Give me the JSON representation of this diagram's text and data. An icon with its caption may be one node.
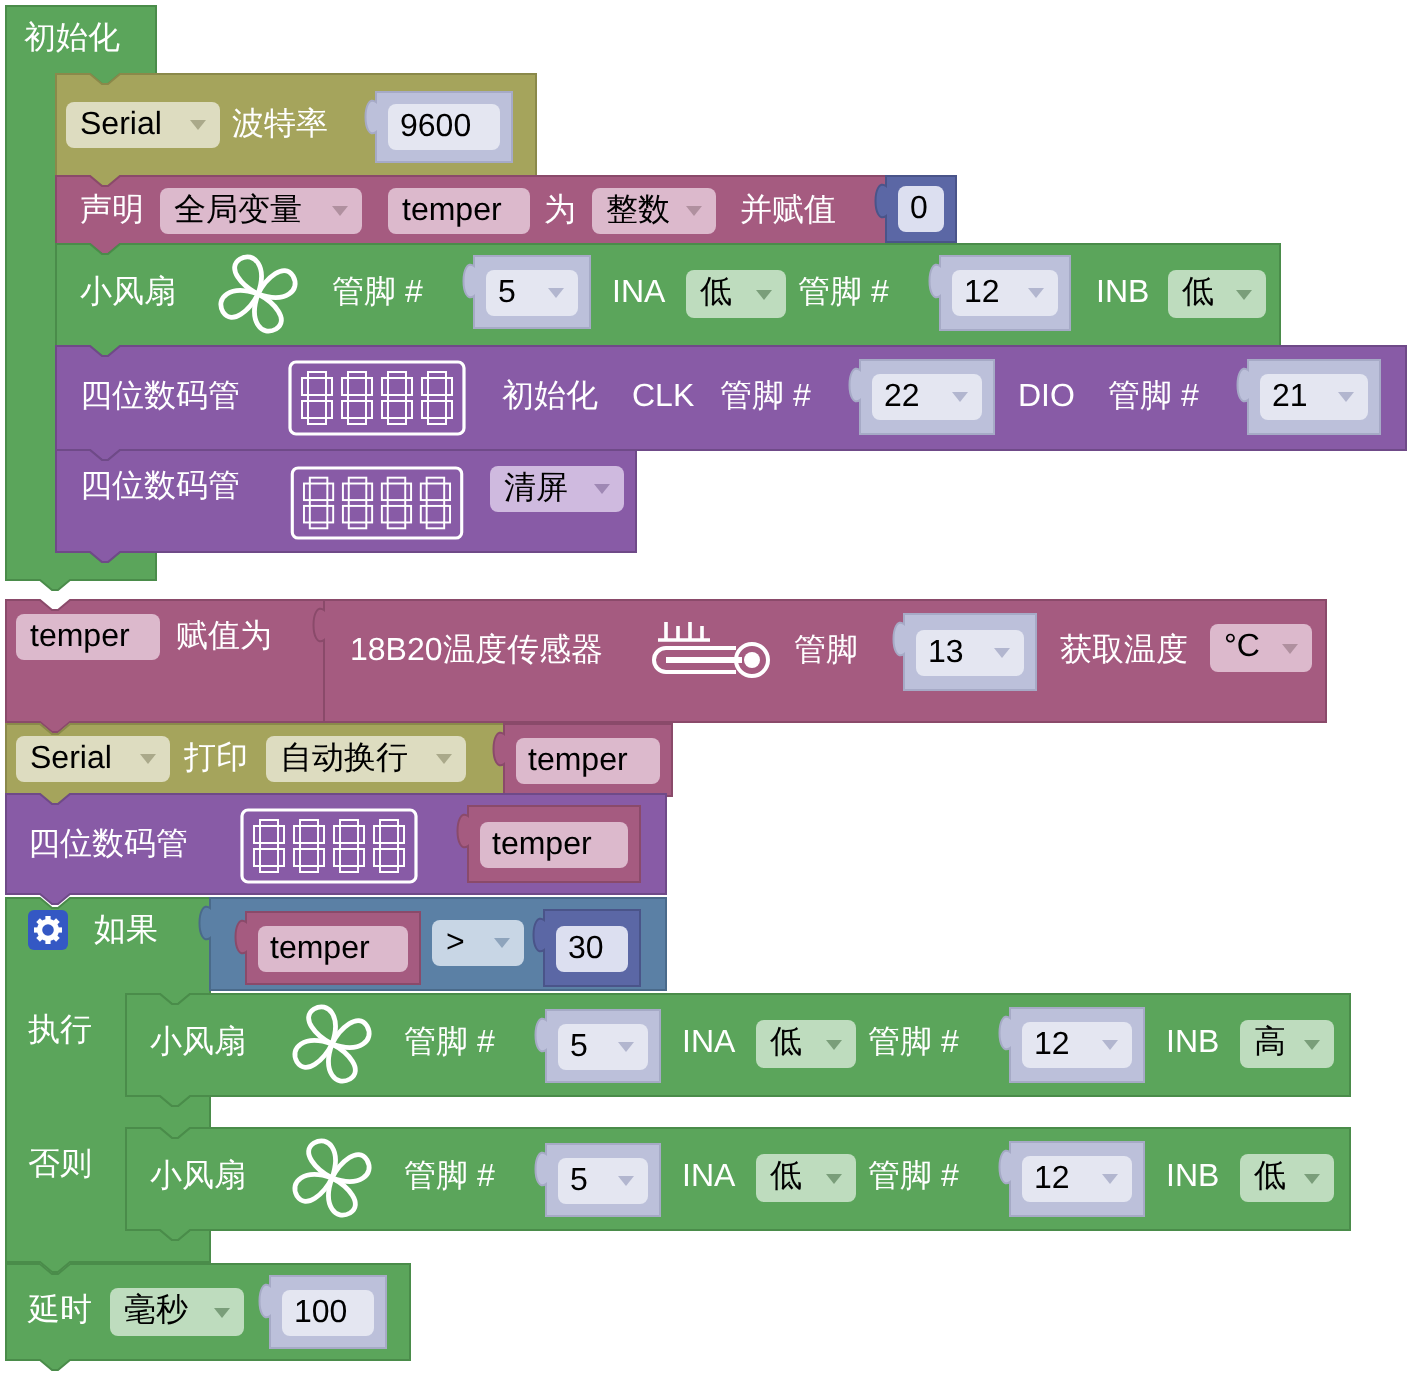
{
  "diagram": {
    "nodes": [
      {
        "text": [
          "初始化"
        ]
      },
      {
        "text": [
          "波特率"
        ]
      },
      {
        "text": [
          "Serial"
        ],
        "in": 1
      },
      {
        "text": [
          "9600"
        ],
        "in": 1
      },
      {
        "text": [
          "声明",
          "为",
          "并赋值"
        ]
      },
      {
        "text": [
          "全局变量"
        ],
        "in": 4
      },
      {
        "text": [
          "temper"
        ],
        "in": 4
      },
      {
        "text": [
          "整数"
        ],
        "in": 4
      },
      {
        "text": [
          "0"
        ]
      },
      {
        "text": [
          "小风扇",
          "管脚 #",
          "INA",
          "管脚 #",
          "INB"
        ]
      },
      {
        "text": [
          "5"
        ],
        "in": 9
      },
      {
        "text": [
          "低"
        ],
        "in": 9
      },
      {
        "text": [
          "12"
        ],
        "in": 9
      },
      {
        "text": [
          "低"
        ],
        "in": 9
      },
      {
        "text": [
          "四位数码管",
          "初始化",
          "CLK",
          "管脚 #",
          "DIO",
          "管脚 #"
        ]
      },
      {
        "text": [
          "22"
        ],
        "in": 14
      },
      {
        "text": [
          "21"
        ],
        "in": 14
      },
      {
        "text": [
          "四位数码管"
        ]
      },
      {
        "text": [
          "清屏"
        ],
        "in": 17
      },
      {
        "text": [
          "赋值为"
        ]
      },
      {
        "text": [
          "temper"
        ],
        "in": 19
      },
      {
        "text": [
          "18B20温度传感器",
          "管脚",
          "获取温度"
        ]
      },
      {
        "text": [
          "13"
        ],
        "in": 21
      },
      {
        "text": [
          "°C"
        ],
        "in": 21
      },
      {
        "text": [
          "打印"
        ]
      },
      {
        "text": [
          "Serial"
        ],
        "in": 24
      },
      {
        "text": [
          "自动换行"
        ],
        "in": 24
      },
      {
        "text": [
          "temper"
        ]
      },
      {
        "text": [
          "四位数码管"
        ]
      },
      {
        "text": [
          "temper"
        ],
        "in": 28
      },
      {
        "text": [
          "如果",
          "执行",
          "否则"
        ]
      },
      {
        "text": [],
        "shape": "box"
      },
      {
        "text": [
          "temper"
        ],
        "in": 31
      },
      {
        "text": [
          ">"
        ],
        "in": 31
      },
      {
        "text": [
          "30"
        ],
        "in": 31
      },
      {
        "text": [
          "小风扇",
          "管脚 #",
          "INA",
          "管脚 #",
          "INB"
        ]
      },
      {
        "text": [
          "5"
        ],
        "in": 35
      },
      {
        "text": [
          "低"
        ],
        "in": 35
      },
      {
        "text": [
          "12"
        ],
        "in": 35
      },
      {
        "text": [
          "高"
        ],
        "in": 35
      },
      {
        "text": [
          "小风扇",
          "管脚 #",
          "INA",
          "管脚 #",
          "INB"
        ]
      },
      {
        "text": [
          "5"
        ],
        "in": 40
      },
      {
        "text": [
          "低"
        ],
        "in": 40
      },
      {
        "text": [
          "12"
        ],
        "in": 40
      },
      {
        "text": [
          "低"
        ],
        "in": 40
      },
      {
        "text": [
          "延时"
        ]
      },
      {
        "text": [
          "毫秒"
        ],
        "in": 45
      },
      {
        "text": [
          "100"
        ],
        "in": 45
      }
    ]
  }
}
